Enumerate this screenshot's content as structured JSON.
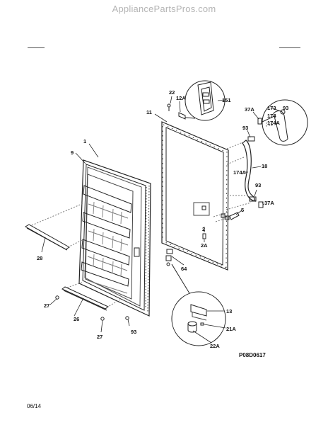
{
  "header": {
    "watermark": "AppliancePartsPros.com"
  },
  "diagram": {
    "figure_code": "P08D0617",
    "footer_date": "06/14",
    "callouts": {
      "c1": "1",
      "c9": "9",
      "c28": "28",
      "c27a": "27",
      "c26": "26",
      "c27b": "27",
      "c93a": "93",
      "c11": "11",
      "c22": "22",
      "c12a": "12A",
      "c151": "151",
      "c37a_top": "37A",
      "c173": "173",
      "c93b": "93",
      "c174": "174",
      "c174a_top": "174A",
      "c93c": "93",
      "c174a_mid": "174A",
      "c18": "18",
      "c93d": "93",
      "c37a_bot": "37A",
      "c5": "5",
      "c2": "2",
      "c2a": "2A",
      "c64": "64",
      "c13": "13",
      "c21a": "21A",
      "c22a": "22A"
    }
  }
}
